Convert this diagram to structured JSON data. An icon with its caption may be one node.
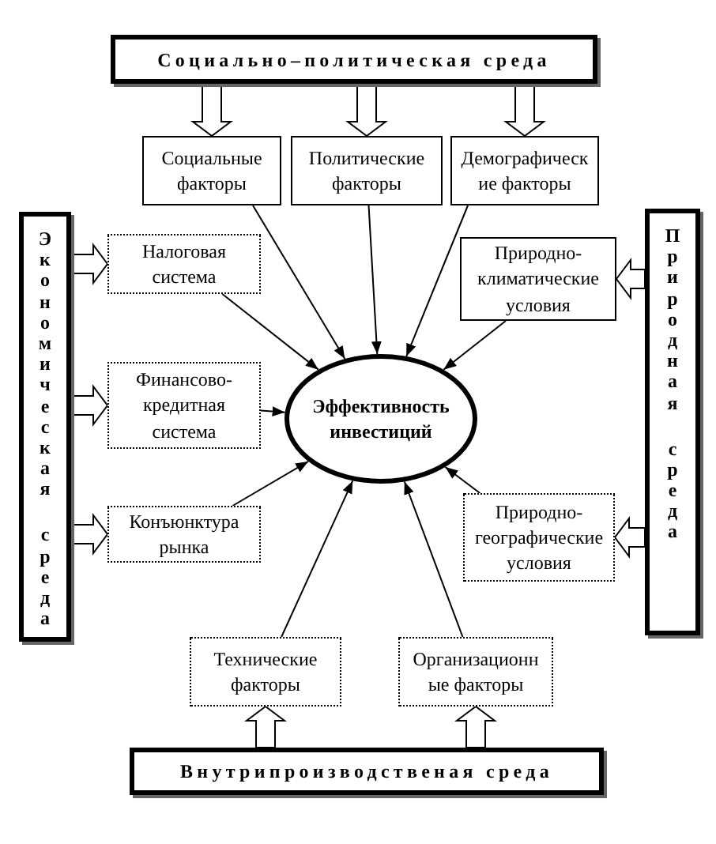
{
  "diagram": {
    "nodes": [
      {
        "text": [
          "Социально–политическая среда"
        ]
      },
      {
        "text": [
          "Социальные факторы"
        ]
      },
      {
        "text": [
          "Политические факторы"
        ]
      },
      {
        "text": [
          "Демографическ ие факторы"
        ]
      },
      {
        "text": [
          "Экономическая среда"
        ]
      },
      {
        "text": [
          "Налоговая система"
        ]
      },
      {
        "text": [
          "Финансово-кредитная система"
        ]
      },
      {
        "text": [
          "Конъюнктура рынка"
        ]
      },
      {
        "text": [
          "Эффективность инвестиций"
        ]
      },
      {
        "text": [
          "Природно-климатические условия"
        ]
      },
      {
        "text": [
          "Природная среда"
        ]
      },
      {
        "text": [
          "Природно-географические условия"
        ]
      },
      {
        "text": [
          "Технические факторы"
        ]
      },
      {
        "text": [
          "Организационн ые факторы"
        ]
      },
      {
        "text": [
          "Внутрипроизводственая среда"
        ]
      }
    ],
    "edges": [
      {
        "from": 0,
        "to": 1,
        "arrow": "to",
        "style": "thick"
      },
      {
        "from": 0,
        "to": 2,
        "arrow": "to",
        "style": "thick"
      },
      {
        "from": 0,
        "to": 3,
        "arrow": "to",
        "style": "thick"
      },
      {
        "from": 4,
        "to": 5,
        "arrow": "to",
        "style": "thick"
      },
      {
        "from": 4,
        "to": 6,
        "arrow": "to",
        "style": "thick"
      },
      {
        "from": 4,
        "to": 7,
        "arrow": "to",
        "style": "thick"
      },
      {
        "from": 10,
        "to": 9,
        "arrow": "to",
        "style": "thick"
      },
      {
        "from": 10,
        "to": 11,
        "arrow": "to",
        "style": "thick"
      },
      {
        "from": 14,
        "to": 12,
        "arrow": "to",
        "style": "thick"
      },
      {
        "from": 14,
        "to": 13,
        "arrow": "to",
        "style": "thick"
      },
      {
        "from": 1,
        "to": 8,
        "arrow": "to"
      },
      {
        "from": 2,
        "to": 8,
        "arrow": "to"
      },
      {
        "from": 3,
        "to": 8,
        "arrow": "to"
      },
      {
        "from": 5,
        "to": 8,
        "arrow": "to"
      },
      {
        "from": 6,
        "to": 8,
        "arrow": "to"
      },
      {
        "from": 7,
        "to": 8,
        "arrow": "to"
      },
      {
        "from": 9,
        "to": 8,
        "arrow": "to"
      },
      {
        "from": 11,
        "to": 8,
        "arrow": "to"
      },
      {
        "from": 12,
        "to": 8,
        "arrow": "to"
      },
      {
        "from": 13,
        "to": 8,
        "arrow": "to"
      }
    ]
  }
}
